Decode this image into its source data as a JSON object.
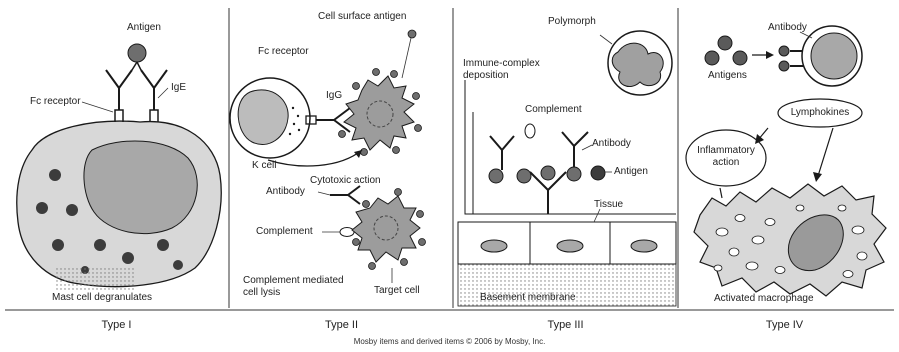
{
  "colors": {
    "line": "#1a1a1a",
    "cell_fill": "#d8d8d8",
    "nucleus_fill": "#a8a8a8",
    "granule_fill": "#3c3c3c",
    "antigen_fill": "#6e6e6e",
    "tissue_fill": "#c4c4c4",
    "membrane_fill": "#9a9a9a"
  },
  "panels": {
    "type1": {
      "title": "Type I",
      "labels": {
        "antigen": "Antigen",
        "fc_receptor": "Fc receptor",
        "ige": "IgE",
        "caption": "Mast cell degranulates"
      }
    },
    "type2": {
      "title": "Type II",
      "labels": {
        "cell_surface_antigen": "Cell surface antigen",
        "fc_receptor": "Fc receptor",
        "igg": "IgG",
        "k_cell": "K cell",
        "cytotoxic_action": "Cytotoxic action",
        "antibody": "Antibody",
        "complement": "Complement",
        "target_cell": "Target cell",
        "caption": "Complement mediated cell lysis"
      }
    },
    "type3": {
      "title": "Type III",
      "labels": {
        "polymorph": "Polymorph",
        "immune_complex": "Immune-complex deposition",
        "complement": "Complement",
        "antibody": "Antibody",
        "antigen": "Antigen",
        "tissue": "Tissue",
        "basement_membrane": "Basement membrane"
      }
    },
    "type4": {
      "title": "Type IV",
      "labels": {
        "antibody": "Antibody",
        "antigens": "Antigens",
        "lymphokines": "Lymphokines",
        "inflammatory_action": "Inflammatory action",
        "caption": "Activated macrophage"
      }
    }
  },
  "credit": "Mosby items and derived items © 2006 by Mosby, Inc."
}
